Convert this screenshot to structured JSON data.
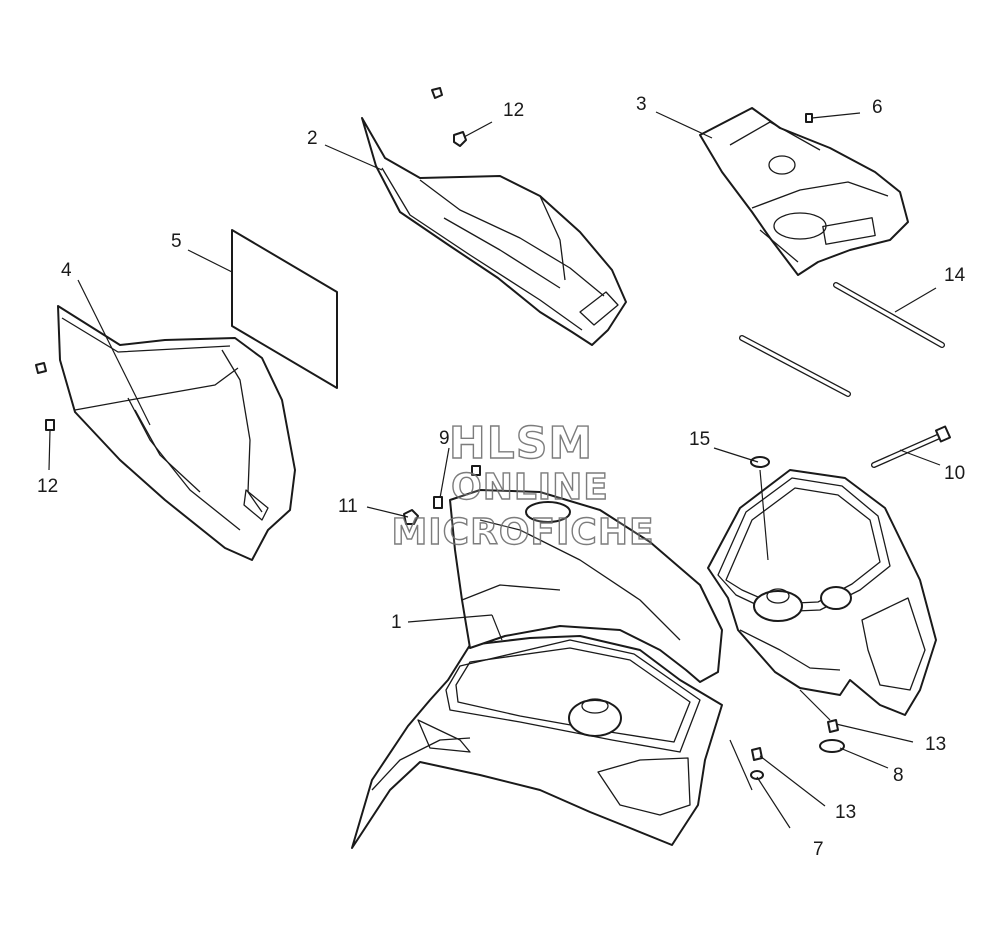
{
  "watermark": {
    "line1": "HLSM",
    "line2": "ONLINE",
    "line3": "MICROFICHE"
  },
  "callouts": {
    "c1": "1",
    "c2": "2",
    "c3": "3",
    "c4": "4",
    "c5": "5",
    "c6": "6",
    "c7": "7",
    "c8": "8",
    "c9": "9",
    "c10": "10",
    "c11": "11",
    "c12a": "12",
    "c12b": "12",
    "c13a": "13",
    "c13b": "13",
    "c14": "14",
    "c15": "15"
  },
  "colors": {
    "line": "#1a1a1a",
    "background": "#ffffff"
  }
}
